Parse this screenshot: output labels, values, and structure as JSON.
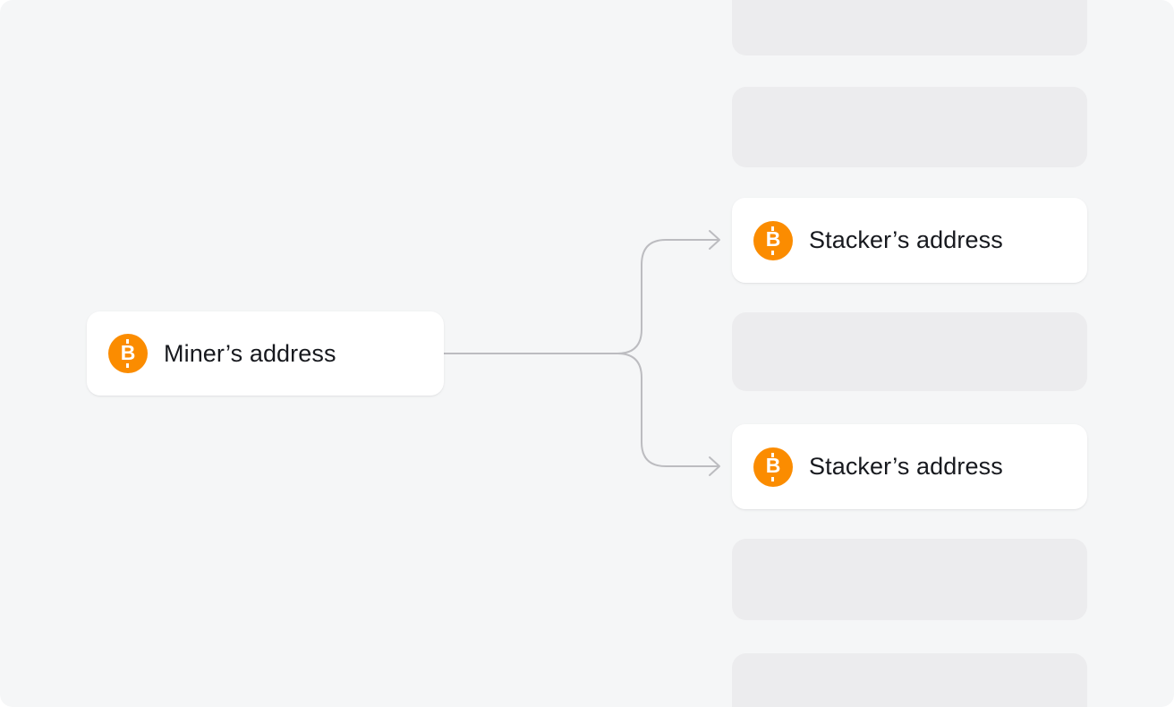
{
  "diagram": {
    "title": "bitcoin-reward-flow",
    "miner": {
      "label": "Miner’s address",
      "icon": "bitcoin-icon"
    },
    "stackers": [
      {
        "label": "Stacker’s address",
        "icon": "bitcoin-icon"
      },
      {
        "label": "Stacker’s address",
        "icon": "bitcoin-icon"
      }
    ],
    "placeholder_count": 5,
    "connections": [
      {
        "from": "miner",
        "to": "stacker-1",
        "style": "curved-arrow"
      },
      {
        "from": "miner",
        "to": "stacker-2",
        "style": "curved-arrow"
      }
    ]
  },
  "icons": {
    "bitcoin_glyph": "B"
  },
  "colors": {
    "canvas_background": "#f5f6f7",
    "card_white": "#ffffff",
    "card_gray": "#ececee",
    "connector_gray": "#bcbcc0",
    "bitcoin_orange": "#fb8c00",
    "label_text": "#17191e"
  }
}
